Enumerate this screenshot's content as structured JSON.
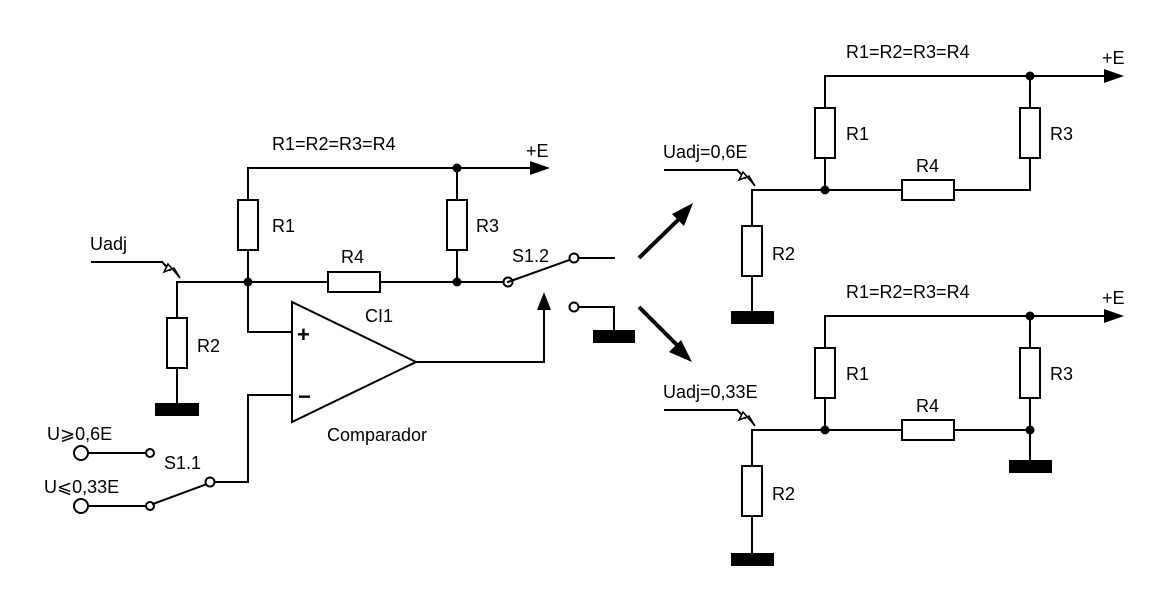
{
  "left": {
    "equality": "R1=R2=R3=R4",
    "supply": "+E",
    "input": "Uadj",
    "r1": "R1",
    "r2": "R2",
    "r3": "R3",
    "r4": "R4",
    "switch2": "S1.2",
    "ic": "CI1",
    "plus": "+",
    "minus": "−",
    "comparator": "Comparador",
    "switch1": "S1.1",
    "in_high": "U⩾0,6E",
    "in_low": "U⩽0,33E"
  },
  "top_right": {
    "equality": "R1=R2=R3=R4",
    "supply": "+E",
    "input": "Uadj=0,6E",
    "r1": "R1",
    "r2": "R2",
    "r3": "R3",
    "r4": "R4"
  },
  "bottom_right": {
    "equality": "R1=R2=R3=R4",
    "supply": "+E",
    "input": "Uadj=0,33E",
    "r1": "R1",
    "r2": "R2",
    "r3": "R3",
    "r4": "R4"
  }
}
